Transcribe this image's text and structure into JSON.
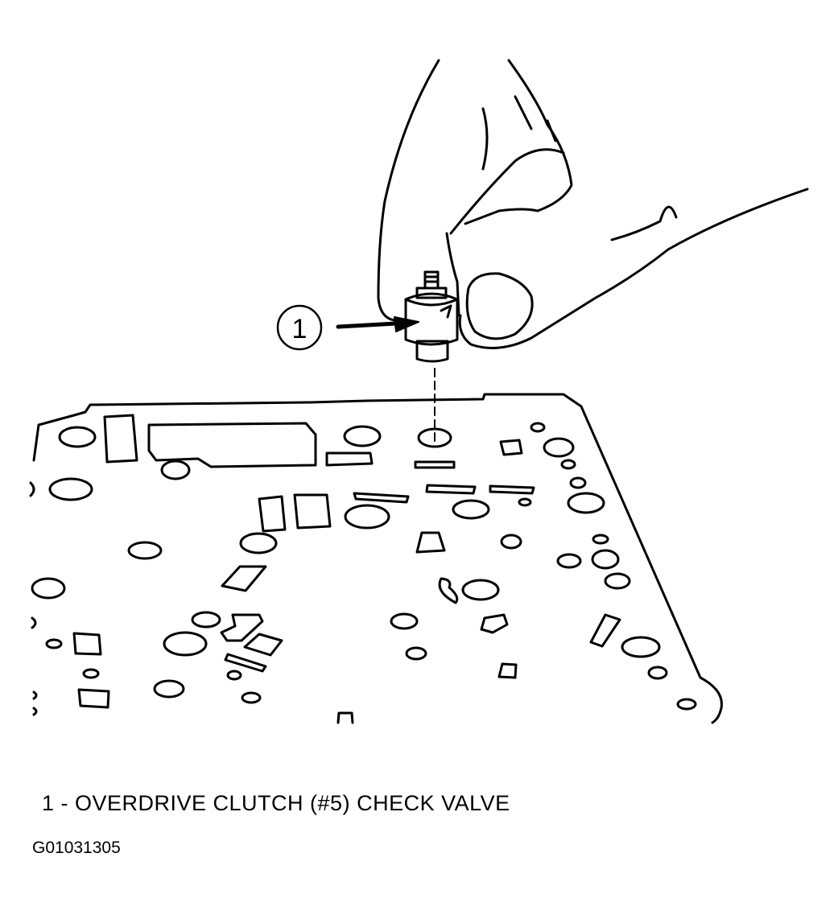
{
  "callout": {
    "number": "1"
  },
  "legend": {
    "caption": "1 - OVERDRIVE CLUTCH (#5) CHECK VALVE"
  },
  "figure": {
    "id": "G01031305"
  },
  "colors": {
    "ink": "#000000",
    "paper": "#ffffff"
  }
}
